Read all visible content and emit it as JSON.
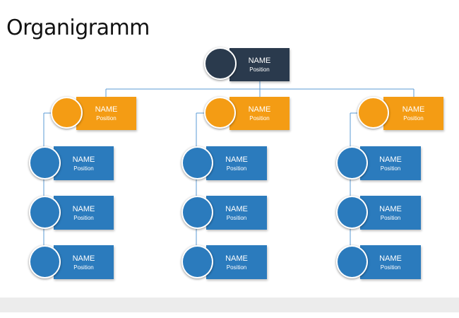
{
  "slide": {
    "title": "Organigramm"
  },
  "colors": {
    "top": "#2a3a4d",
    "middle": "#f49c14",
    "leaf": "#2b7bbd",
    "connector": "#5b9bd5"
  },
  "top": {
    "name": "NAME",
    "position": "Position"
  },
  "columns": [
    {
      "head": {
        "name": "NAME",
        "position": "Position"
      },
      "members": [
        {
          "name": "NAME",
          "position": "Position"
        },
        {
          "name": "NAME",
          "position": "Position"
        },
        {
          "name": "NAME",
          "position": "Position"
        }
      ]
    },
    {
      "head": {
        "name": "NAME",
        "position": "Position"
      },
      "members": [
        {
          "name": "NAME",
          "position": "Position"
        },
        {
          "name": "NAME",
          "position": "Position"
        },
        {
          "name": "NAME",
          "position": "Position"
        }
      ]
    },
    {
      "head": {
        "name": "NAME",
        "position": "Position"
      },
      "members": [
        {
          "name": "NAME",
          "position": "Position"
        },
        {
          "name": "NAME",
          "position": "Position"
        },
        {
          "name": "NAME",
          "position": "Position"
        }
      ]
    }
  ]
}
